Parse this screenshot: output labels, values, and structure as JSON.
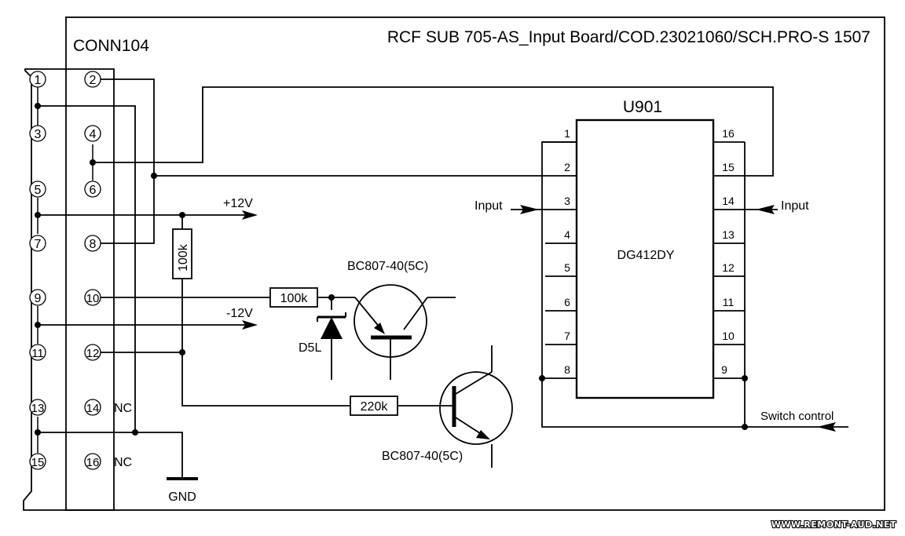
{
  "title": "RCF SUB 705-AS_Input Board/COD.23021060/SCH.PRO-S 1507",
  "connector": {
    "name": "CONN104",
    "pins": [
      "1",
      "2",
      "3",
      "4",
      "5",
      "6",
      "7",
      "8",
      "9",
      "10",
      "11",
      "12",
      "13",
      "14",
      "15",
      "16"
    ],
    "nc_label": "NC"
  },
  "ic": {
    "ref": "U901",
    "part": "DG412DY",
    "left_pins": [
      "1",
      "2",
      "3",
      "4",
      "5",
      "6",
      "7",
      "8"
    ],
    "right_pins": [
      "16",
      "15",
      "14",
      "13",
      "12",
      "11",
      "10",
      "9"
    ]
  },
  "rails": {
    "pos": "+12V",
    "neg": "-12V",
    "gnd": "GND"
  },
  "resistors": {
    "r_vertical": "100k",
    "r_base": "100k",
    "r_lower": "220k"
  },
  "diode": "D5L",
  "transistors": {
    "upper": "BC807-40(5C)",
    "lower": "BC807-40(5C)"
  },
  "signals": {
    "input_left": "Input",
    "input_right": "Input",
    "switch_control": "Switch control"
  },
  "watermark": "WWW.REMONT-AUD.NET"
}
